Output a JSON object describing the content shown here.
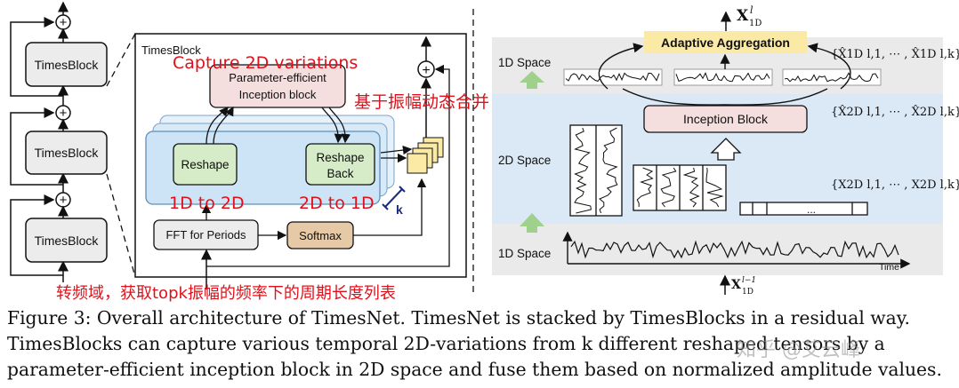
{
  "left_stack": {
    "block_label": "TimesBlock",
    "plus_symbol": "+"
  },
  "timesblock_detail": {
    "title": "TimesBlock",
    "inception_line1": "Parameter-efficient",
    "inception_line2": "Inception block",
    "reshape": "Reshape",
    "reshape_back_line1": "Reshape",
    "reshape_back_line2": "Back",
    "fft": "FFT for Periods",
    "softmax": "Softmax",
    "k": "k"
  },
  "annotations": {
    "capture_2d": "Capture 2D variations",
    "amplitude_merge": "基于振幅动态合并",
    "to_2d": "1D to 2D",
    "to_1d": "2D to 1D",
    "freq_note": "转频域，获取topk振幅的频率下的周期长度列表"
  },
  "right_panel": {
    "output_label": "X",
    "output_sub": "1D",
    "output_sup": "l",
    "adaptive_aggregation": "Adaptive Aggregation",
    "inception_block": "Inception Block",
    "space_1d_top": "1D Space",
    "space_2d": "2D Space",
    "space_1d_bottom": "1D Space",
    "set_1d_hat": "{X̂1D l,1, ⋯ , X̂1D l,k}",
    "set_2d_hat": "{X̂2D l,1, ⋯ , X̂2D l,k}",
    "set_2d": "{X2D l,1, ⋯ , X2D l,k}",
    "input_label": "X",
    "input_sub": "1D",
    "input_sup": "l−1",
    "time_label": "Time",
    "ellipsis": "..."
  },
  "caption": {
    "line1": "Figure 3: Overall architecture of TimesNet. TimesNet is stacked by TimesBlocks in a residual way.",
    "line2": "TimesBlocks can capture various temporal 2D-variations from k different reshaped tensors by a",
    "line3": "parameter-efficient inception block in 2D space and fuse them based on normalized amplitude values."
  },
  "watermark": "知乎 @艾云峰",
  "colors": {
    "block_fill": "#ececec",
    "inception_fill": "#f5dede",
    "reshape_fill": "#d6ecc8",
    "stack_fill": "#cde4f6",
    "softmax_fill": "#e6c9a6",
    "aggregate_fill": "#fbe9a6",
    "band_2d": "#dbe9f6",
    "band_1d": "#eaeaea",
    "arrow_green": "#9fd08c",
    "annotation_red": "#e0101a"
  }
}
